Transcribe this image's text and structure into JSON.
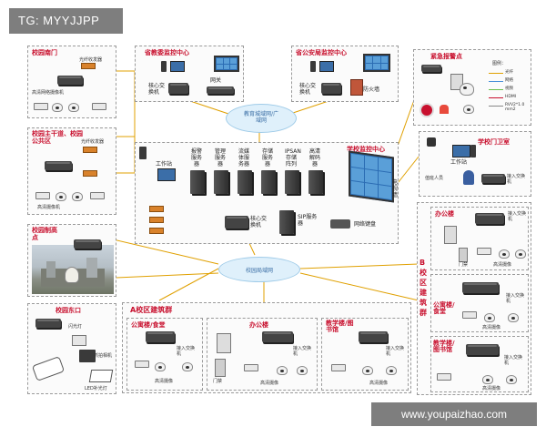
{
  "watermark_top": "TG: MYYJJPP",
  "watermark_bottom": "www.youpaizhao.com",
  "boxes": {
    "gate": {
      "title": "校园南门",
      "nvr": "光纤收发器",
      "cams": "高清网络摄像机"
    },
    "main_road": {
      "title": "校园主干道、校园公共区",
      "nvr": "光纤收发器",
      "cams": "高清摄像机"
    },
    "hilltop": {
      "title": "校园制高点"
    },
    "east_gate": {
      "title": "校园东口",
      "flash": "闪光灯",
      "cam": "抓拍相机",
      "fill": "LED补光灯"
    },
    "edu_center": {
      "title": "省教委监控中心",
      "core": "核心交换机",
      "gateway": "网关"
    },
    "police_center": {
      "title": "省公安局监控中心",
      "core": "核心交换机",
      "firewall": "防火墙"
    },
    "alarm": {
      "title": "紧急报警点",
      "legend_title": "图例："
    },
    "school_center": {
      "title": "学校监控中心",
      "workstation": "工作站",
      "servers": [
        "报警服务器",
        "管理服务器",
        "流媒体服务器",
        "存储服务器",
        "IPSAN存储阵列",
        "高清解码器"
      ],
      "core": "核心交换机",
      "sip": "SIP服务器",
      "keyboard": "网络键盘",
      "wall": "电视墙"
    },
    "doorroom": {
      "title": "学校门卫室",
      "guard": "值班人员",
      "workstation": "工作站",
      "switch": "接入交换机"
    },
    "campus_a": {
      "title": "A校区建筑群",
      "dorm": {
        "title": "公寓楼/食堂",
        "switch": "接入交换机",
        "cams": "高清摄像"
      },
      "office": {
        "title": "办公楼",
        "switch": "接入交换机",
        "door": "门禁",
        "cams": "高清摄像"
      },
      "teach": {
        "title": "教学楼/图书馆",
        "switch": "接入交换机",
        "cams": "高清摄像"
      }
    },
    "campus_b": {
      "title": "B校区建筑群",
      "office": {
        "title": "办公楼",
        "switch": "接入交换机",
        "door": "门禁",
        "cams": "高清摄像"
      },
      "dorm": {
        "title": "公寓楼/食堂",
        "switch": "接入交换机",
        "cams": "高清摄像"
      },
      "teach": {
        "title": "教学楼/图书馆",
        "switch": "接入交换机",
        "cams": "高清摄像"
      }
    }
  },
  "clouds": {
    "wan": "教育城域网/广域网",
    "lan": "校园局域网"
  },
  "legend": {
    "items": [
      {
        "label": "光纤",
        "color": "#e0a000"
      },
      {
        "label": "网络",
        "color": "#4a90d9"
      },
      {
        "label": "视频",
        "color": "#6abf4b"
      },
      {
        "label": "HDMI",
        "color": "#c8102e"
      },
      {
        "label": "RVV2*1.0 mm2",
        "color": "#888888"
      }
    ]
  }
}
